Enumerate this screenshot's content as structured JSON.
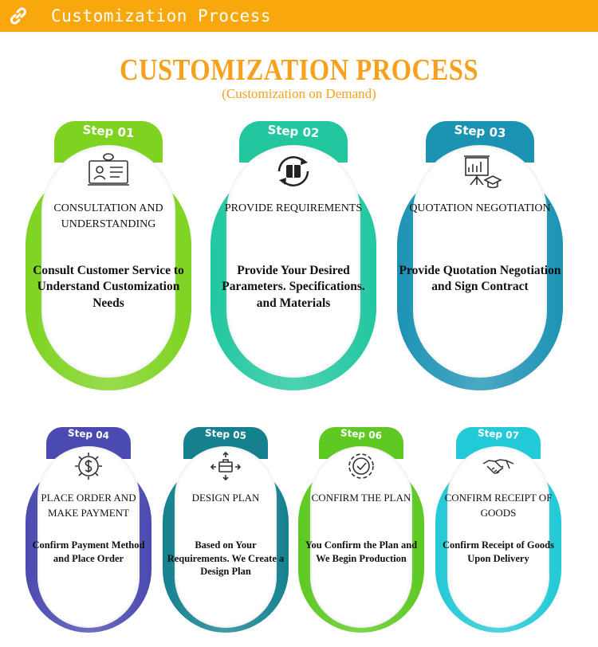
{
  "banner": {
    "title": "Customization Process",
    "icon": "link-icon",
    "color": "#f8a70d"
  },
  "header": {
    "title": "CUSTOMIZATION PROCESS",
    "subtitle": "(Customization on Demand)",
    "color": "#f6a11d"
  },
  "steps": [
    {
      "label": "Step 01",
      "heading": "CONSULTATION AND UNDERSTANDING",
      "description": "Consult Customer Service to Understand Customization Needs",
      "icon": "consultation-icon",
      "color": "#7ed321"
    },
    {
      "label": "Step 02",
      "heading": "PROVIDE REQUIREMENTS",
      "description": "Provide Your Desired Parameters. Specifications. and Materials",
      "icon": "requirements-cycle-icon",
      "color": "#22c7a0"
    },
    {
      "label": "Step 03",
      "heading": "QUOTATION NEGOTIATION",
      "description": "Provide Quotation Negotiation and Sign Contract",
      "icon": "presentation-board-icon",
      "color": "#1d93b4"
    },
    {
      "label": "Step 04",
      "heading": "PLACE ORDER AND MAKE PAYMENT",
      "description": "Confirm Payment Method and Place Order",
      "icon": "dollar-gear-icon",
      "color": "#4b4ab0"
    },
    {
      "label": "Step 05",
      "heading": "DESIGN PLAN",
      "description": "Based on Your Requirements. We Create a Design Plan",
      "icon": "briefcase-arrows-icon",
      "color": "#15818f"
    },
    {
      "label": "Step 06",
      "heading": "CONFIRM THE PLAN",
      "description": "You Confirm the Plan and We Begin Production",
      "icon": "check-gear-icon",
      "color": "#5dc922"
    },
    {
      "label": "Step 07",
      "heading": "CONFIRM RECEIPT OF GOODS",
      "description": "Confirm Receipt of Goods Upon Delivery",
      "icon": "handshake-icon",
      "color": "#22c9d6"
    }
  ]
}
